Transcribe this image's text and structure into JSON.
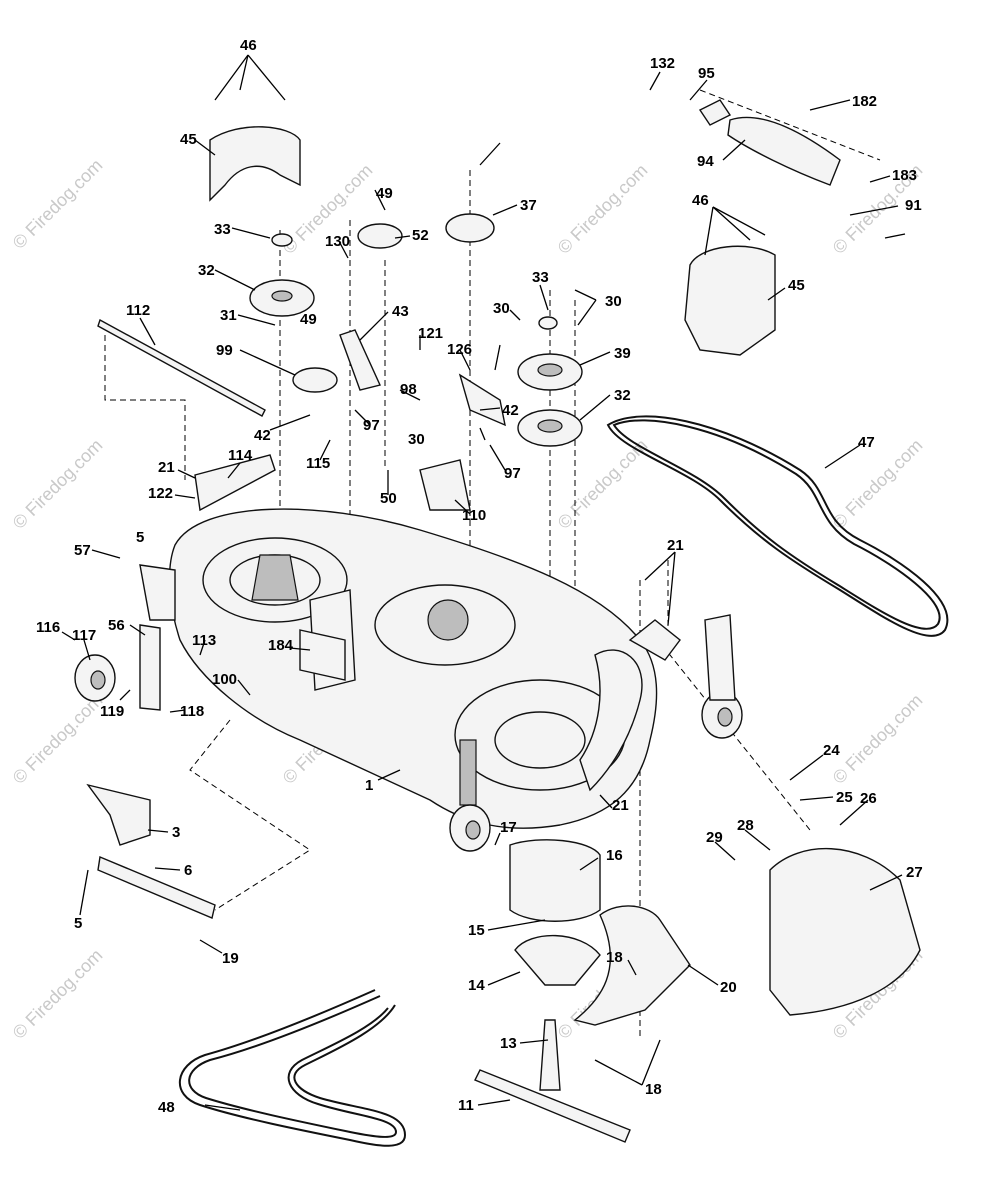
{
  "diagram": {
    "watermark": "© Firedog.com",
    "callouts": [
      "46",
      "45",
      "33",
      "32",
      "31",
      "99",
      "42",
      "112",
      "21",
      "122",
      "5",
      "57",
      "116",
      "117",
      "119",
      "56",
      "113",
      "100",
      "118",
      "130",
      "49",
      "52",
      "43",
      "121",
      "98",
      "97",
      "115",
      "50",
      "49",
      "37",
      "126",
      "30",
      "110",
      "42",
      "33",
      "30",
      "39",
      "32",
      "47",
      "94",
      "95",
      "132",
      "182",
      "183",
      "91",
      "46",
      "45",
      "114",
      "184",
      "1",
      "21",
      "17",
      "16",
      "15",
      "14",
      "13",
      "11",
      "18",
      "18",
      "20",
      "24",
      "25",
      "26",
      "27",
      "28",
      "29",
      "3",
      "6",
      "5",
      "19",
      "48",
      "21",
      "97",
      "30"
    ]
  }
}
